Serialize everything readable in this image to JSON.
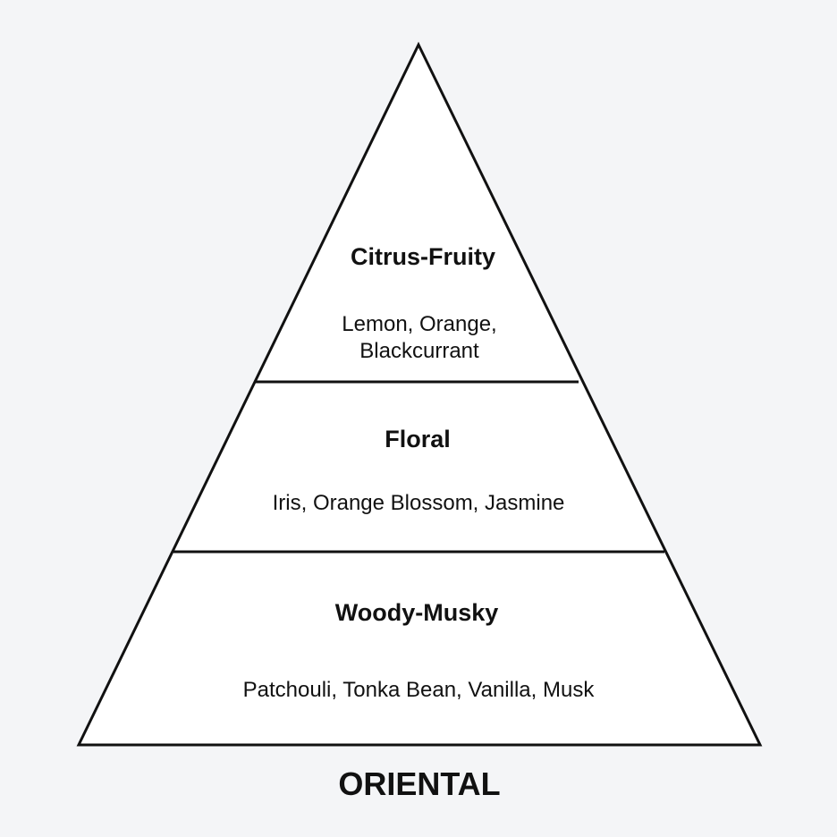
{
  "colors": {
    "background": "#f4f5f7",
    "pyramid_fill": "#ffffff",
    "stroke": "#111111"
  },
  "pyramid": {
    "family": "ORIENTAL",
    "tiers": [
      {
        "title": "Citrus-Fruity",
        "notes_line1": "Lemon, Orange,",
        "notes_line2": "Blackcurrant"
      },
      {
        "title": "Floral",
        "notes_line1": "Iris, Orange Blossom, Jasmine"
      },
      {
        "title": "Woody-Musky",
        "notes_line1": "Patchouli, Tonka Bean, Vanilla, Musk"
      }
    ]
  }
}
